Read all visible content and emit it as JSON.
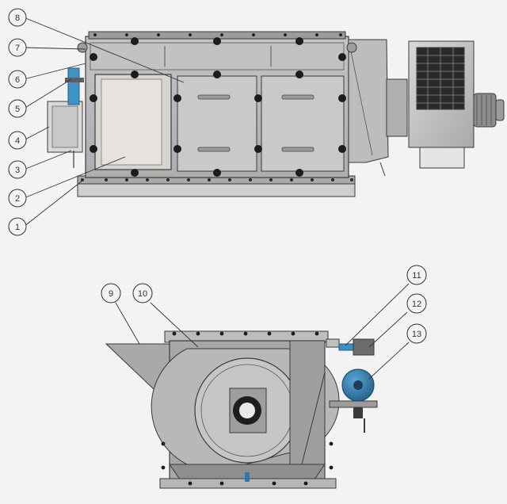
{
  "callouts": {
    "c1": "1",
    "c2": "2",
    "c3": "3",
    "c4": "4",
    "c5": "5",
    "c6": "6",
    "c7": "7",
    "c8": "8",
    "c9": "9",
    "c10": "10",
    "c11": "11",
    "c12": "12",
    "c13": "13"
  },
  "colors": {
    "background": "#f3f3f3",
    "body_grey": "#b9b9b9",
    "panel_grey": "#c9c9c9",
    "dark_grey": "#7d7d7d",
    "outline": "#3a3a3a",
    "bolt": "#1c1c1c",
    "filter_panel": "#e6e3de",
    "motor_blue": "#2e79a8",
    "coupling_blue": "#3d8fc0"
  }
}
